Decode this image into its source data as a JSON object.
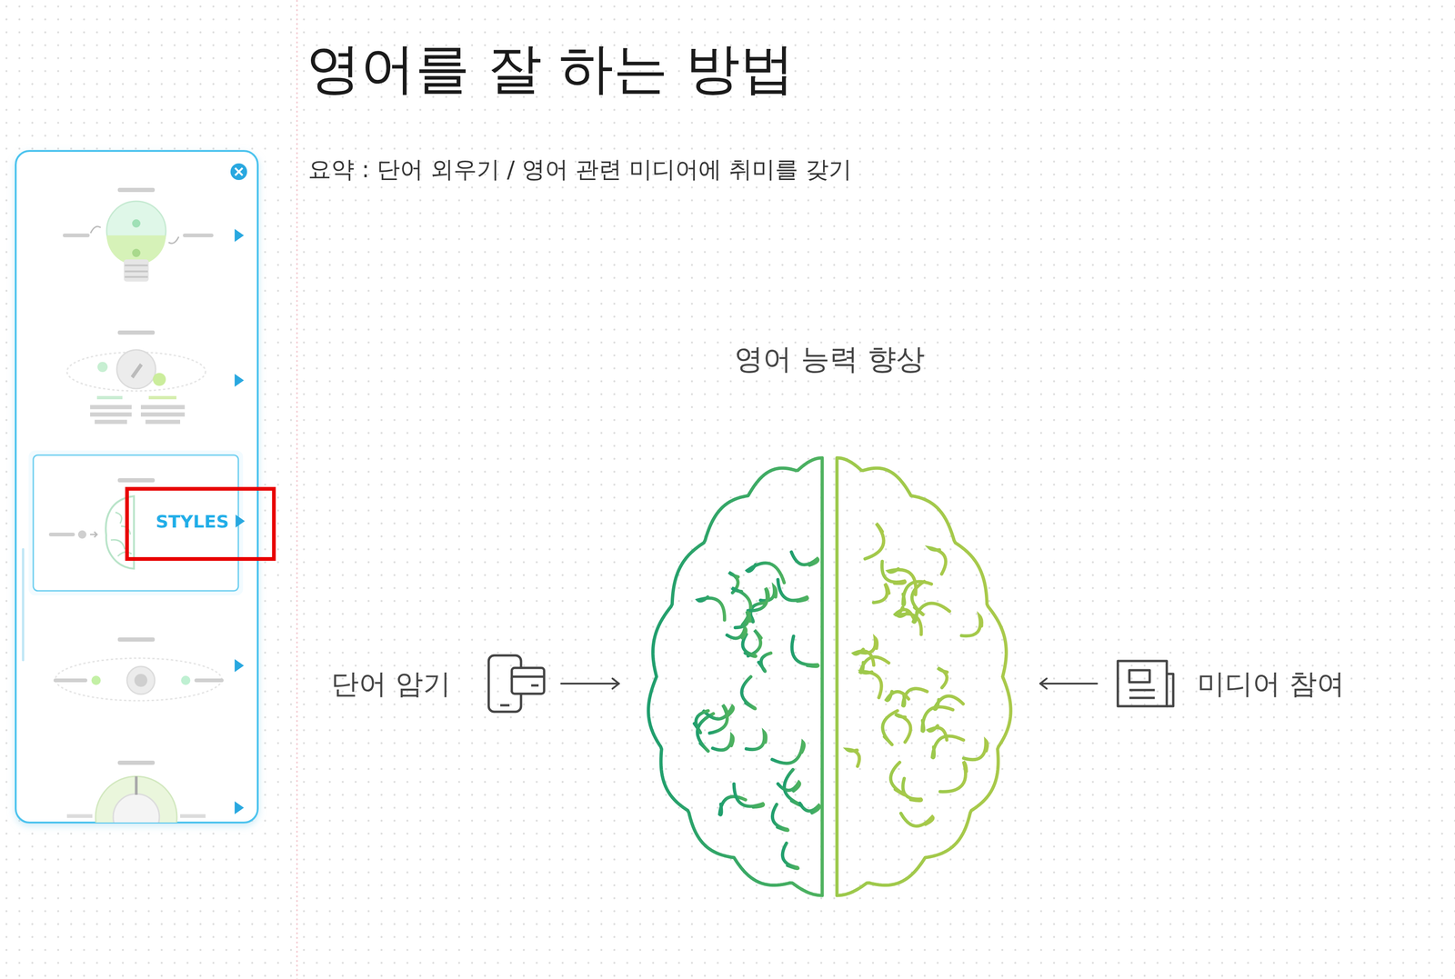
{
  "diagram": {
    "title": "영어를 잘 하는 방법",
    "nodes": [
      {
        "text": [
          "영어 능력 향상"
        ]
      },
      {
        "text": [
          "단어 암기"
        ]
      },
      {
        "text": [
          "미디어 참여"
        ]
      }
    ],
    "edges": [
      {
        "from": 1,
        "to": 0,
        "arrow": "to"
      },
      {
        "from": 2,
        "to": 0,
        "arrow": "to"
      }
    ],
    "labels": [
      "요약 : 단어 외우기 / 영어 관련 미디어에 취미를 갖기",
      "STYLES"
    ]
  }
}
